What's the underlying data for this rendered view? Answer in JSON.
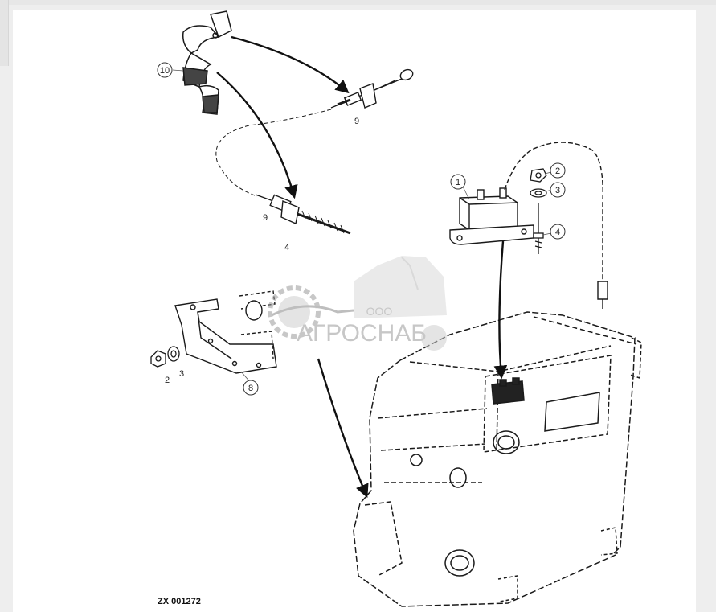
{
  "diagram": {
    "reference_code": "ZX 001272",
    "callouts": [
      {
        "id": "c10",
        "label": "10",
        "circled": true
      },
      {
        "id": "c9a",
        "label": "9",
        "circled": false
      },
      {
        "id": "c9b",
        "label": "9",
        "circled": false
      },
      {
        "id": "c4a",
        "label": "4",
        "circled": false
      },
      {
        "id": "c1",
        "label": "1",
        "circled": true
      },
      {
        "id": "c2a",
        "label": "2",
        "circled": true
      },
      {
        "id": "c3a",
        "label": "3",
        "circled": true
      },
      {
        "id": "c4b",
        "label": "4",
        "circled": true
      },
      {
        "id": "c2b",
        "label": "2",
        "circled": false
      },
      {
        "id": "c3b",
        "label": "3",
        "circled": false
      },
      {
        "id": "c8",
        "label": "8",
        "circled": true
      }
    ]
  },
  "watermark": {
    "prefix": "ООО",
    "brand": "АГРОСНАБ",
    "color": "#9a9a9a"
  },
  "colors": {
    "line": "#1a1a1a",
    "background": "#ffffff"
  }
}
